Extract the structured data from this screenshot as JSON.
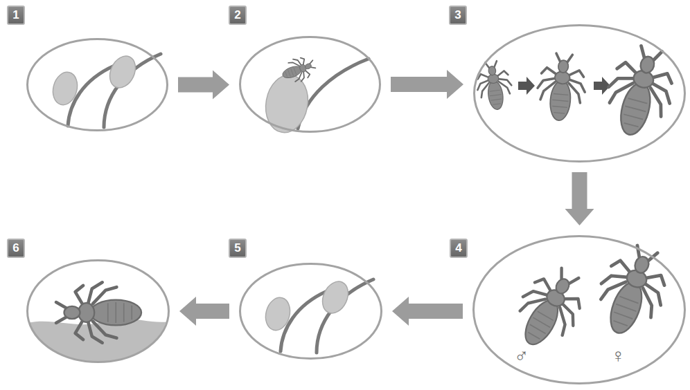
{
  "diagram": {
    "nodes": [
      {
        "text": [
          "1"
        ]
      },
      {
        "text": [
          "2"
        ]
      },
      {
        "text": [
          "3"
        ]
      },
      {
        "text": [
          "4",
          "♂",
          "♀"
        ]
      },
      {
        "text": [
          "5"
        ]
      },
      {
        "text": [
          "6"
        ]
      }
    ],
    "edges": [
      {
        "from": 0,
        "to": 1,
        "arrow": "to"
      },
      {
        "from": 1,
        "to": 2,
        "arrow": "to"
      },
      {
        "from": 2,
        "to": 3,
        "arrow": "to"
      },
      {
        "from": 3,
        "to": 4,
        "arrow": "to"
      },
      {
        "from": 4,
        "to": 5,
        "arrow": "to"
      }
    ]
  }
}
